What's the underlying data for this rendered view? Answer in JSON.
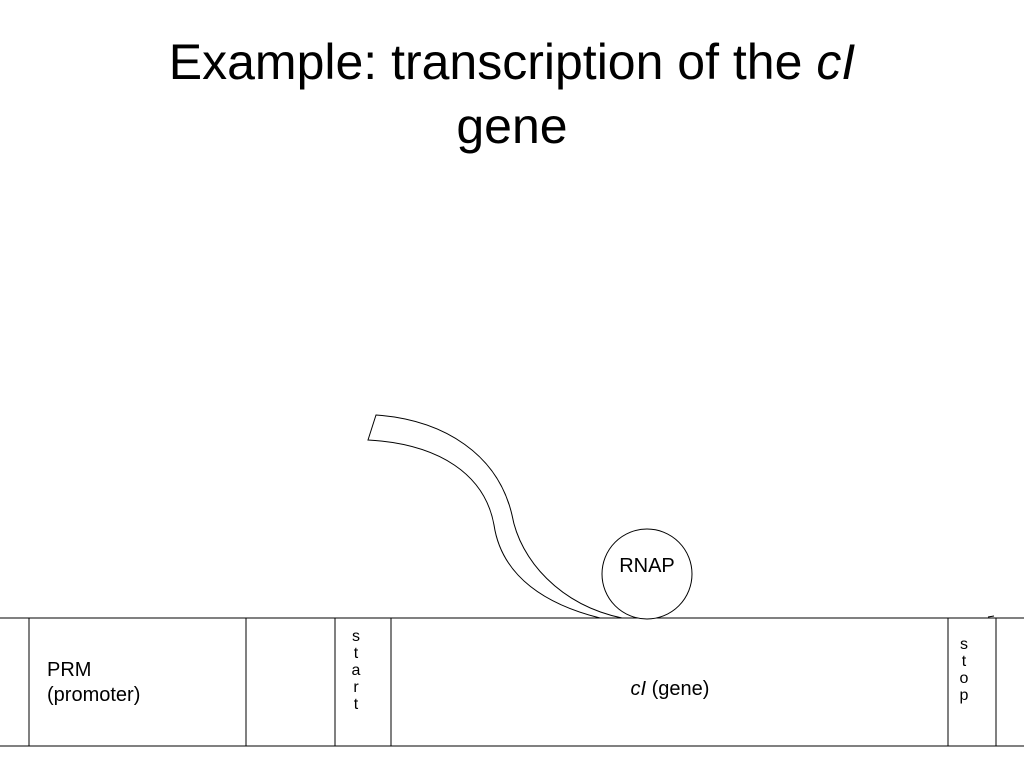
{
  "title": {
    "line1_prefix": "Example: transcription of the ",
    "line1_italic": "cI",
    "line2": "gene"
  },
  "rnap": {
    "label": "RNAP"
  },
  "dna": {
    "promoter": {
      "line1": "PRM",
      "line2": "(promoter)"
    },
    "start_letters": [
      "s",
      "t",
      "a",
      "r",
      "t"
    ],
    "gene": {
      "italic": "cI",
      "rest": " (gene)"
    },
    "stop_letters": [
      "s",
      "t",
      "o",
      "p"
    ]
  }
}
